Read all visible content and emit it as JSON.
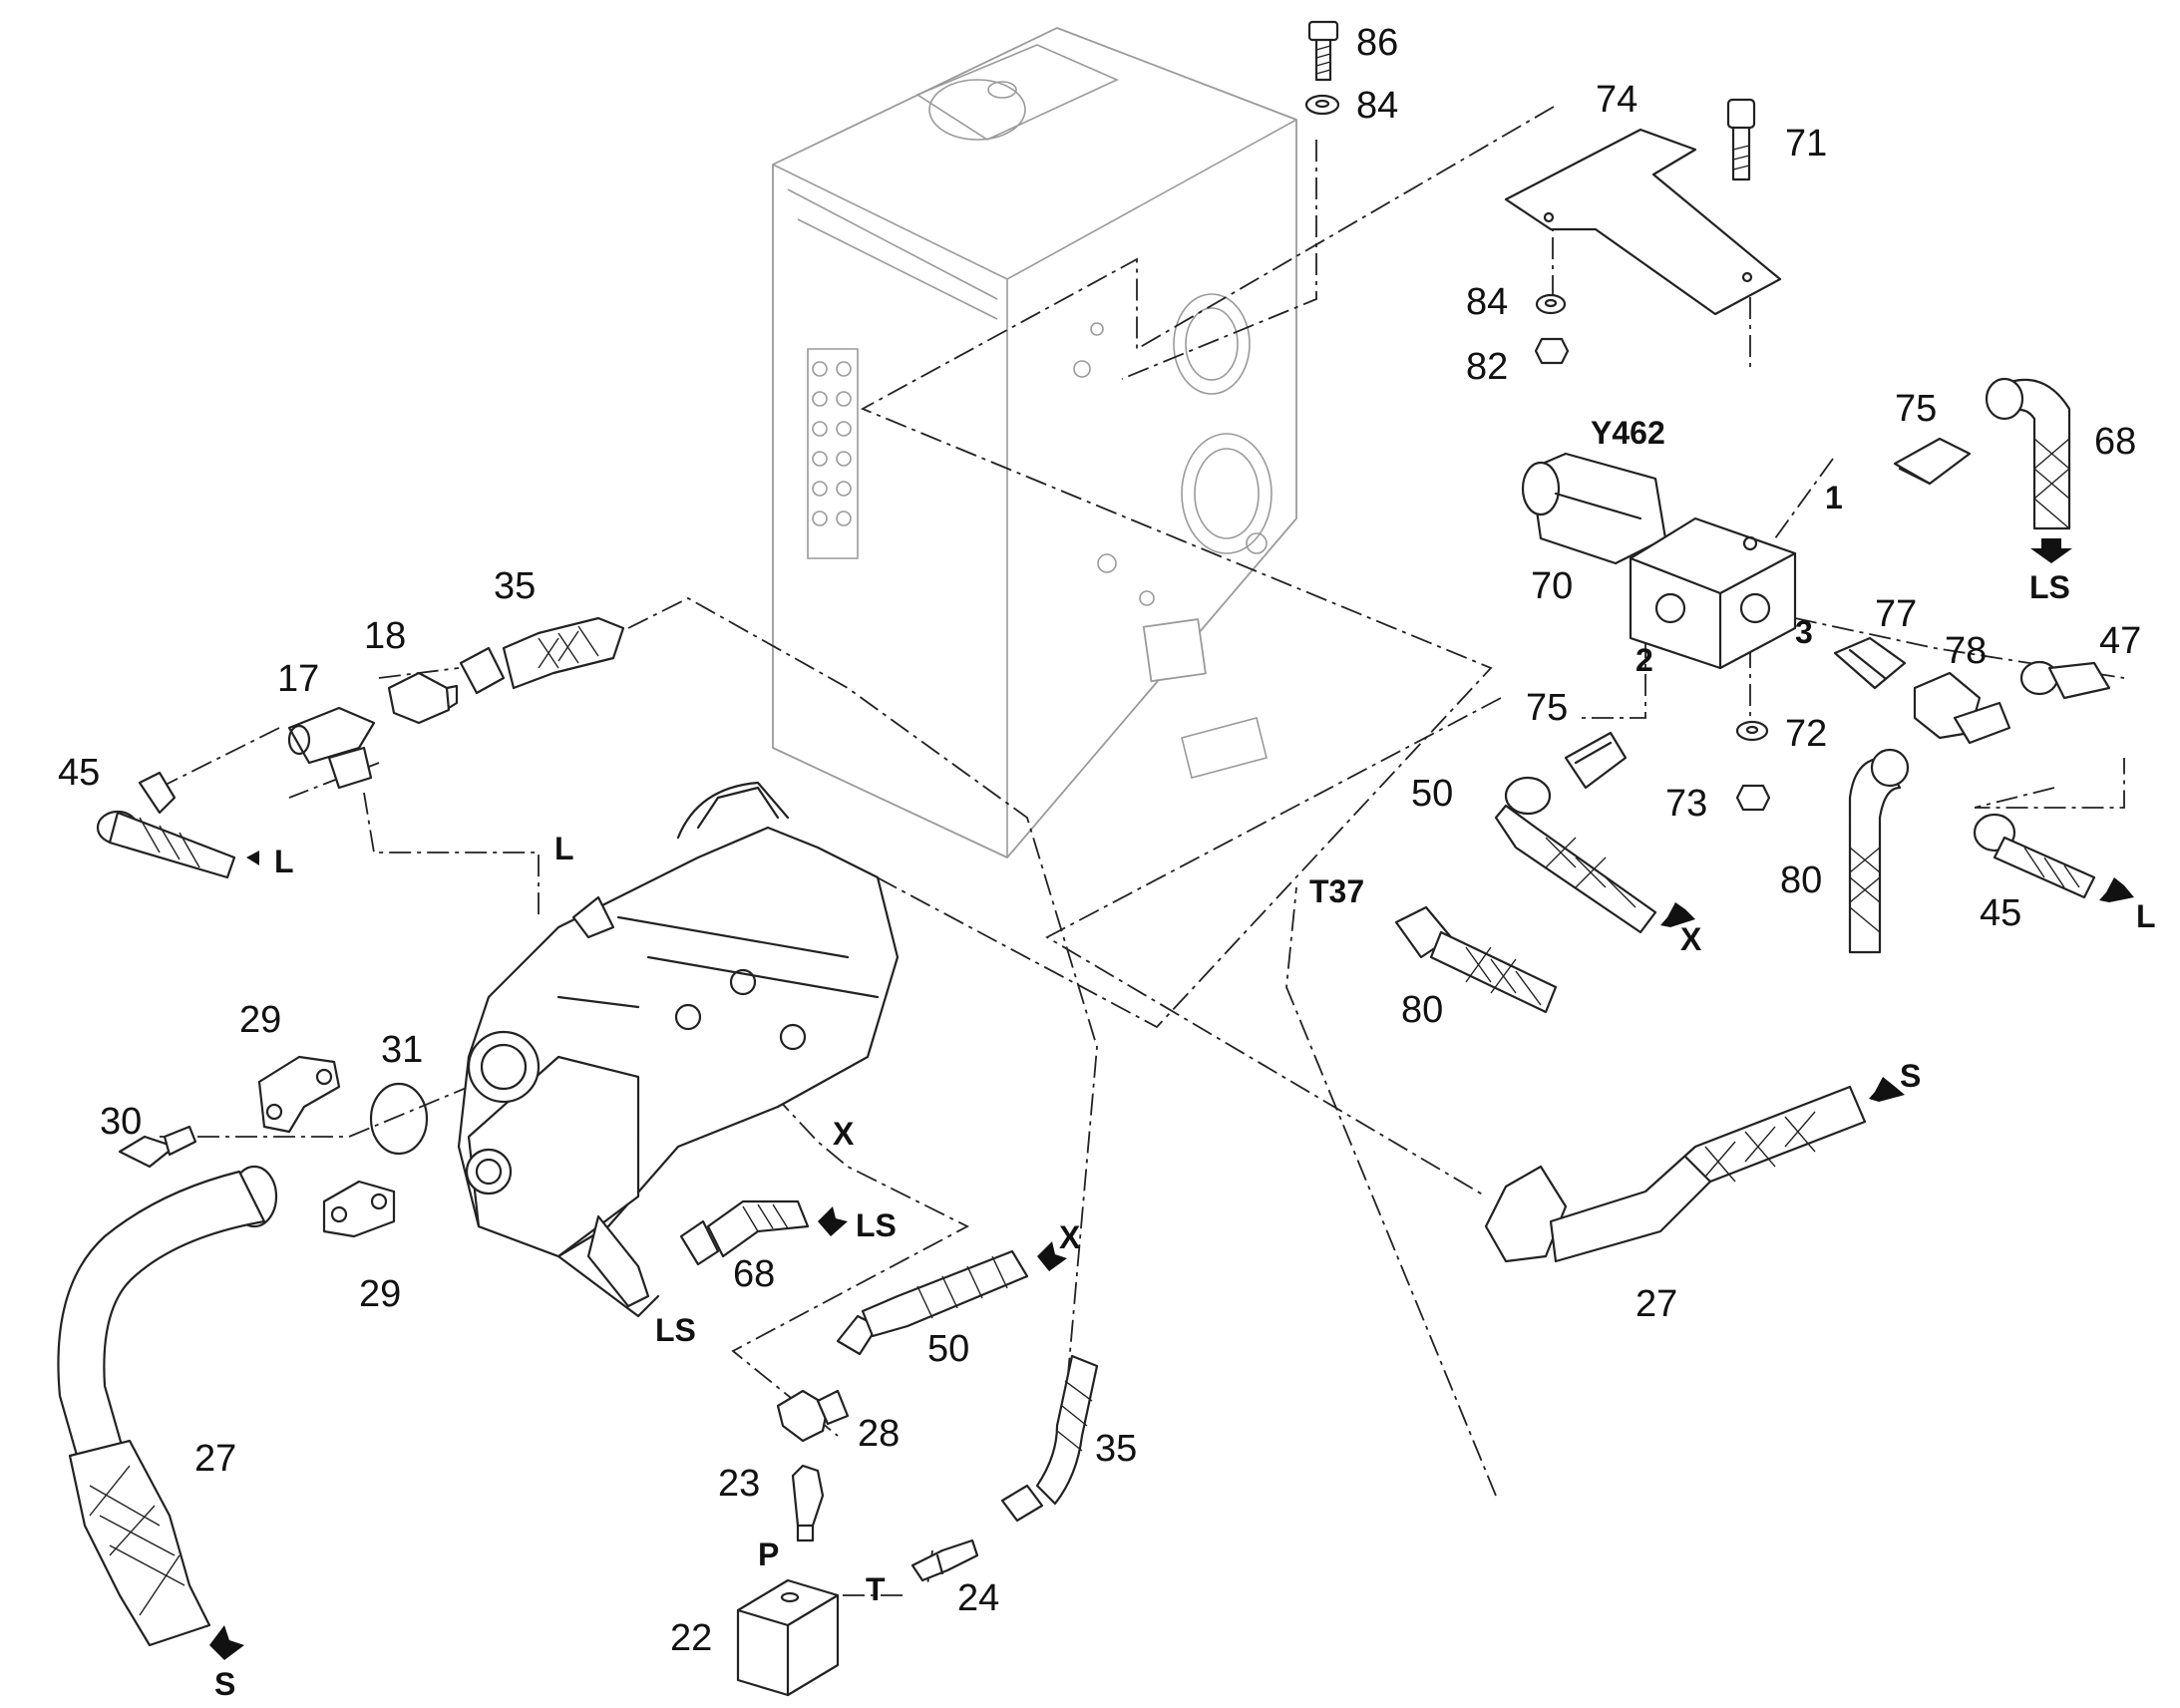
{
  "callouts": {
    "c86": "86",
    "c84a": "84",
    "c74": "74",
    "c71": "71",
    "c84b": "84",
    "c82": "82",
    "c75a": "75",
    "c68a": "68",
    "cY462": "Y462",
    "c70": "70",
    "c1": "1",
    "c2": "2",
    "c3": "3",
    "c77": "77",
    "c78": "78",
    "c47": "47",
    "c75b": "75",
    "c72": "72",
    "c73": "73",
    "c50a": "50",
    "c80a": "80",
    "c45a": "45",
    "cT37": "T37",
    "c80b": "80",
    "c35a": "35",
    "c18": "18",
    "c17": "17",
    "c45b": "45",
    "c29a": "29",
    "c31": "31",
    "c30": "30",
    "c29b": "29",
    "c27a": "27",
    "c68b": "68",
    "c50b": "50",
    "c28": "28",
    "c23": "23",
    "c22": "22",
    "c24": "24",
    "c35b": "35",
    "c27b": "27"
  },
  "ports": {
    "LS_top": "LS",
    "X_mid": "X",
    "L_right": "L",
    "S_right": "S",
    "L_left": "L",
    "L_pump": "L",
    "X_pump": "X",
    "LS_hose": "LS",
    "LS_pump": "LS",
    "X_hose": "X",
    "P_block": "P",
    "T_block": "T",
    "S_left": "S"
  },
  "icons": {
    "hydraulic_block": "valve-block-icon",
    "solenoid": "solenoid-icon",
    "pump": "hydraulic-pump-icon",
    "housing": "transmission-housing-icon",
    "hose": "braided-hose-icon"
  }
}
